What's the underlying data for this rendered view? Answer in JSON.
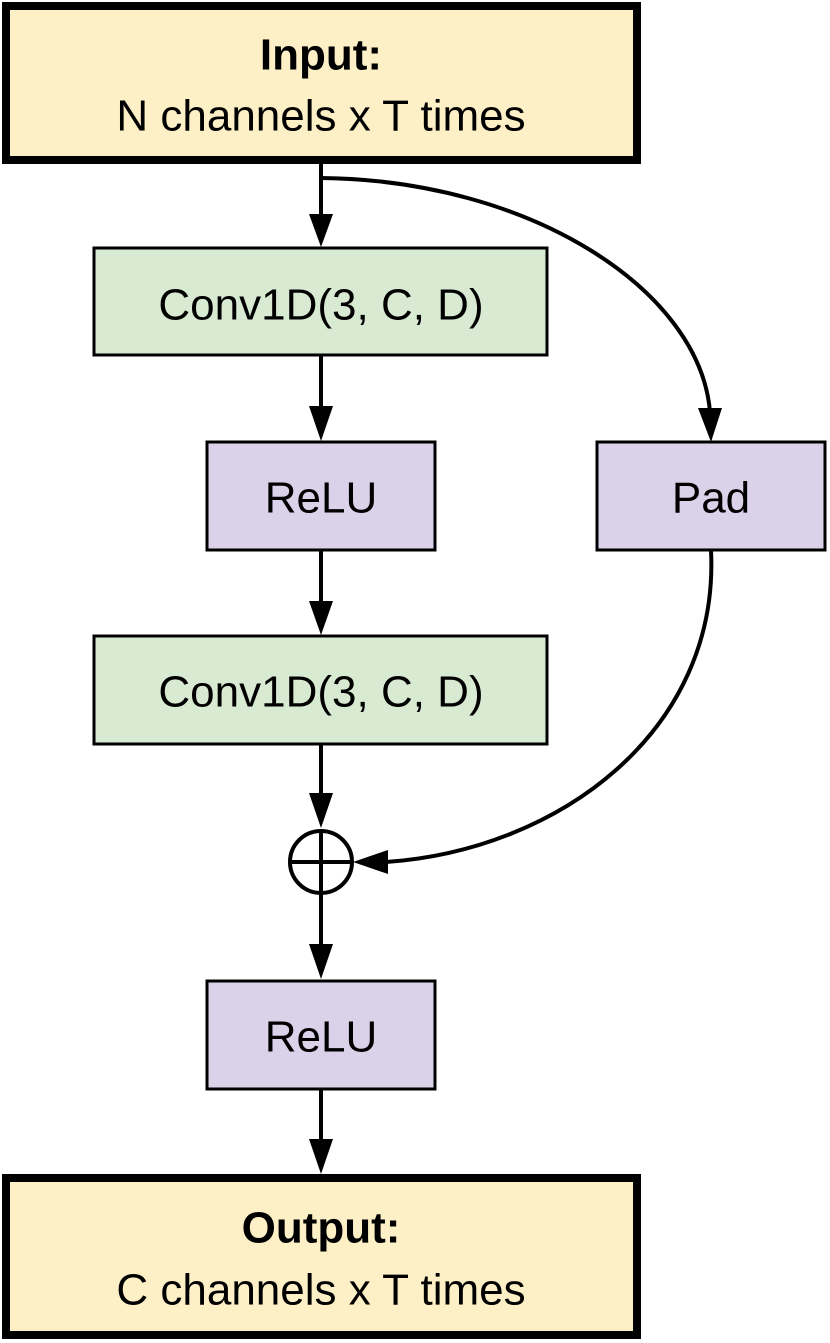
{
  "diagram": {
    "input": {
      "title": "Input:",
      "subtitle": "N channels x T times"
    },
    "conv1": {
      "label": "Conv1D(3, C, D)"
    },
    "relu1": {
      "label": "ReLU"
    },
    "pad": {
      "label": "Pad"
    },
    "conv2": {
      "label": "Conv1D(3, C, D)"
    },
    "sum": {
      "symbol": "⊕"
    },
    "relu2": {
      "label": "ReLU"
    },
    "output": {
      "title": "Output:",
      "subtitle": "C channels x T times"
    }
  },
  "colors": {
    "io_fill": "#fdefc6",
    "conv_fill": "#d9ead3",
    "activation_fill": "#d9d2e9",
    "stroke": "#000000"
  }
}
